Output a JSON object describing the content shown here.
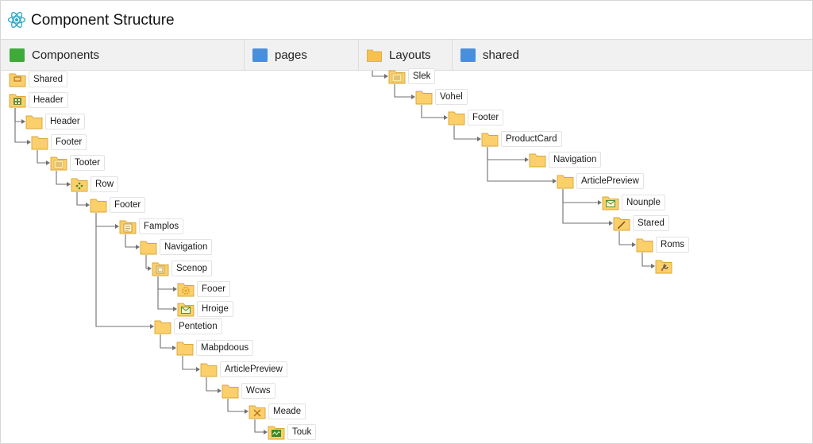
{
  "app": {
    "title": "Component Structure",
    "logo_icon": "react-atom-icon"
  },
  "tabs": [
    {
      "label": "Components",
      "icon": "folder-icon",
      "color": "#3faa3a"
    },
    {
      "label": "pages",
      "icon": "folder-icon",
      "color": "#4a8fdc"
    },
    {
      "label": "Layouts",
      "icon": "folder-icon",
      "color": "#f5c34d"
    },
    {
      "label": "shared",
      "icon": "folder-icon",
      "color": "#4a8fdc"
    }
  ],
  "colors": {
    "folder": "#fbd06b",
    "folder_edge": "#d9a534",
    "connector": "#707070"
  },
  "tree_left": [
    {
      "label": "Shared",
      "icon": "tag-folder-icon",
      "parent": -1
    },
    {
      "label": "Header",
      "icon": "building-folder-icon",
      "parent": -1
    },
    {
      "label": "Header",
      "icon": "folder-icon",
      "parent": 1
    },
    {
      "label": "Footer",
      "icon": "folder-icon",
      "parent": 1
    },
    {
      "label": "Tooter",
      "icon": "list-folder-icon",
      "parent": 3
    },
    {
      "label": "Row",
      "icon": "grid-folder-icon",
      "parent": 4
    },
    {
      "label": "Footer",
      "icon": "folder-icon",
      "parent": 5
    },
    {
      "label": "Famplos",
      "icon": "document-folder-icon",
      "parent": 6
    },
    {
      "label": "Navigation",
      "icon": "folder-icon",
      "parent": 7
    },
    {
      "label": "Scenop",
      "icon": "image-folder-icon",
      "parent": 8
    },
    {
      "label": "Fooer",
      "icon": "gear-folder-icon",
      "parent": 9
    },
    {
      "label": "Hroige",
      "icon": "mail-folder-icon",
      "parent": 9
    },
    {
      "label": "Pentetion",
      "icon": "folder-icon",
      "parent": 6
    },
    {
      "label": "Mabpdoous",
      "icon": "folder-icon",
      "parent": 12
    },
    {
      "label": "ArticlePreview",
      "icon": "folder-icon",
      "parent": 13
    },
    {
      "label": "Wcws",
      "icon": "folder-icon",
      "parent": 14
    },
    {
      "label": "Meade",
      "icon": "tools-folder-icon",
      "parent": 15
    },
    {
      "label": "Touk",
      "icon": "chart-folder-icon",
      "parent": 16
    }
  ],
  "tree_right": [
    {
      "label": "Slek",
      "icon": "list-folder-icon",
      "parent": -1
    },
    {
      "label": "Vohel",
      "icon": "folder-icon",
      "parent": 0
    },
    {
      "label": "Footer",
      "icon": "folder-icon",
      "parent": 1
    },
    {
      "label": "ProductCard",
      "icon": "folder-icon",
      "parent": 2
    },
    {
      "label": "Navigation",
      "icon": "folder-icon",
      "parent": 3
    },
    {
      "label": "ArticlePreview",
      "icon": "folder-icon",
      "parent": 3
    },
    {
      "label": "Nounple",
      "icon": "mail-folder-icon",
      "parent": 5
    },
    {
      "label": "Stared",
      "icon": "pen-folder-icon",
      "parent": 5
    },
    {
      "label": "Roms",
      "icon": "folder-icon",
      "parent": 7
    },
    {
      "label": "",
      "icon": "wrench-folder-icon",
      "parent": 8
    }
  ]
}
